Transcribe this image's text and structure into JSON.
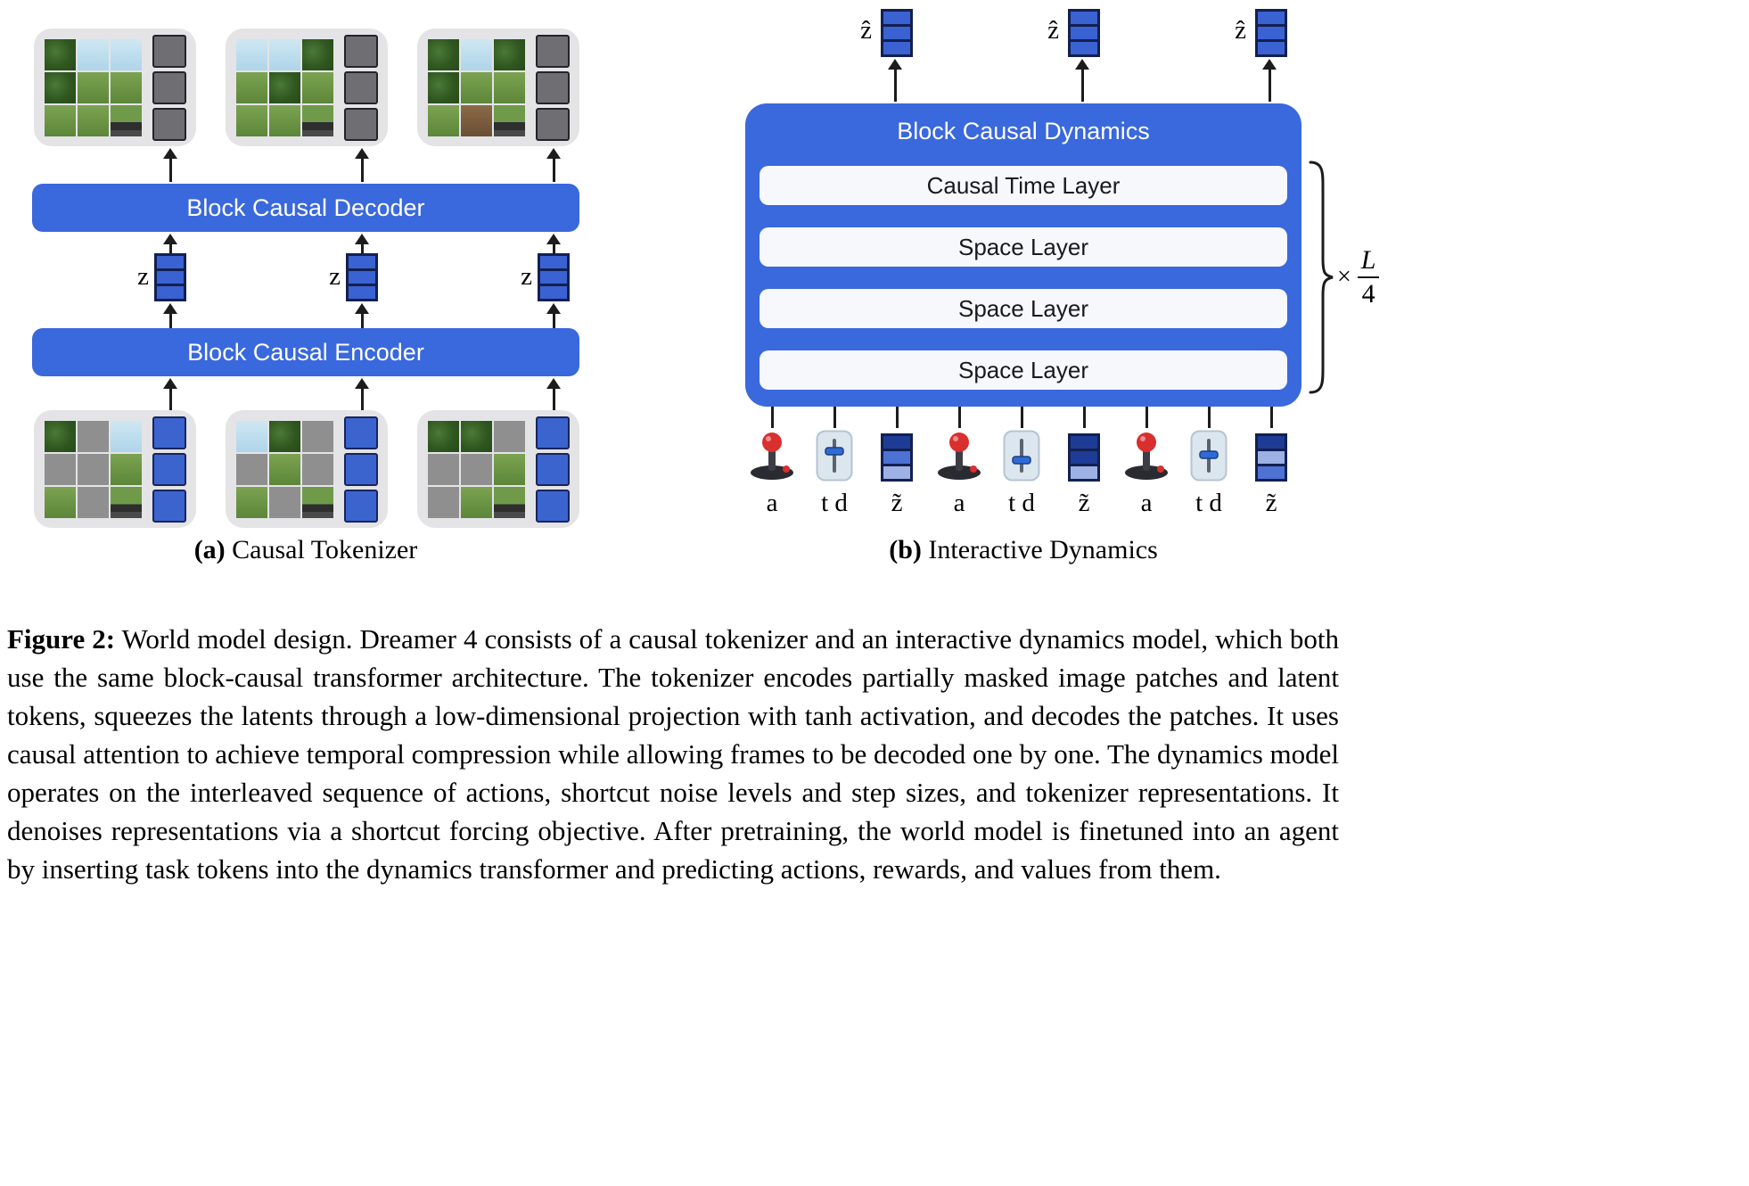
{
  "colors": {
    "accent_blue": "#3a68dd",
    "latent_blue": "#3c64cf",
    "mask_gray": "#8f8f8f"
  },
  "panel_a": {
    "caption_label": "(a)",
    "caption_text": "Causal Tokenizer",
    "decoder_label": "Block Causal Decoder",
    "encoder_label": "Block Causal Encoder",
    "z_label": "z",
    "z_stack": [
      "blue",
      "blue",
      "blue"
    ],
    "top_latent": [
      "gray",
      "gray",
      "gray"
    ],
    "bottom_latent": [
      "blue",
      "blue",
      "blue"
    ],
    "top_boxes": [
      [
        "tree",
        "sky",
        "sky",
        "tree",
        "grass",
        "grass",
        "grass",
        "grass",
        "hud"
      ],
      [
        "sky",
        "sky",
        "tree",
        "grass",
        "tree",
        "grass",
        "grass",
        "grass",
        "hud"
      ],
      [
        "tree",
        "sky",
        "tree",
        "tree",
        "grass",
        "grass",
        "grass",
        "dirt",
        "hud"
      ]
    ],
    "bottom_boxes": [
      [
        "tree",
        "mask",
        "sky",
        "mask",
        "mask",
        "grass",
        "grass",
        "mask",
        "hud"
      ],
      [
        "sky",
        "tree",
        "mask",
        "mask",
        "grass",
        "mask",
        "grass",
        "mask",
        "hud"
      ],
      [
        "tree",
        "tree",
        "mask",
        "mask",
        "mask",
        "grass",
        "mask",
        "grass",
        "hud"
      ]
    ]
  },
  "panel_b": {
    "caption_label": "(b)",
    "caption_text": "Interactive Dynamics",
    "title": "Block Causal Dynamics",
    "layers": [
      "Causal Time Layer",
      "Space Layer",
      "Space Layer",
      "Space Layer"
    ],
    "zhat_label": "ẑ",
    "zhat_stack": [
      "blue",
      "blue",
      "blue"
    ],
    "repeat": {
      "times": "×",
      "num": "L",
      "den": "4"
    },
    "input_labels": [
      "a",
      "t d",
      "z̃"
    ],
    "ztilde_stacks": [
      [
        "navy",
        "mid",
        "light"
      ],
      [
        "navy",
        "navy",
        "light"
      ],
      [
        "navy",
        "light",
        "mid"
      ]
    ]
  },
  "figure_caption": {
    "label": "Figure 2:",
    "text": "World model design. Dreamer 4 consists of a causal tokenizer and an interactive dynamics model, which both use the same block-causal transformer architecture. The tokenizer encodes partially masked image patches and latent tokens, squeezes the latents through a low-dimensional projection with tanh activation, and decodes the patches. It uses causal attention to achieve temporal compression while allowing frames to be decoded one by one. The dynamics model operates on the interleaved sequence of actions, shortcut noise levels and step sizes, and tokenizer representations. It denoises representations via a shortcut forcing objective. After pretraining, the world model is finetuned into an agent by inserting task tokens into the dynamics transformer and predicting actions, rewards, and values from them."
  }
}
